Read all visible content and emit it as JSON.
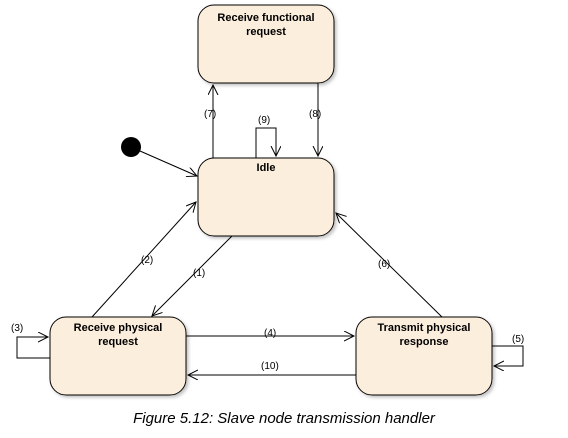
{
  "colors": {
    "state_fill": "#fbeedd",
    "stroke": "#000000"
  },
  "states": {
    "functional": {
      "line1": "Receive functional",
      "line2": "request"
    },
    "idle": {
      "line1": "Idle"
    },
    "physical": {
      "line1": "Receive physical",
      "line2": "request"
    },
    "transmit": {
      "line1": "Transmit physical",
      "line2": "response"
    }
  },
  "transitions": {
    "t1": "(1)",
    "t2": "(2)",
    "t3": "(3)",
    "t4": "(4)",
    "t5": "(5)",
    "t6": "(6)",
    "t7": "(7)",
    "t8": "(8)",
    "t9": "(9)",
    "t10": "(10)"
  },
  "caption": "Figure 5.12: Slave node transmission handler"
}
